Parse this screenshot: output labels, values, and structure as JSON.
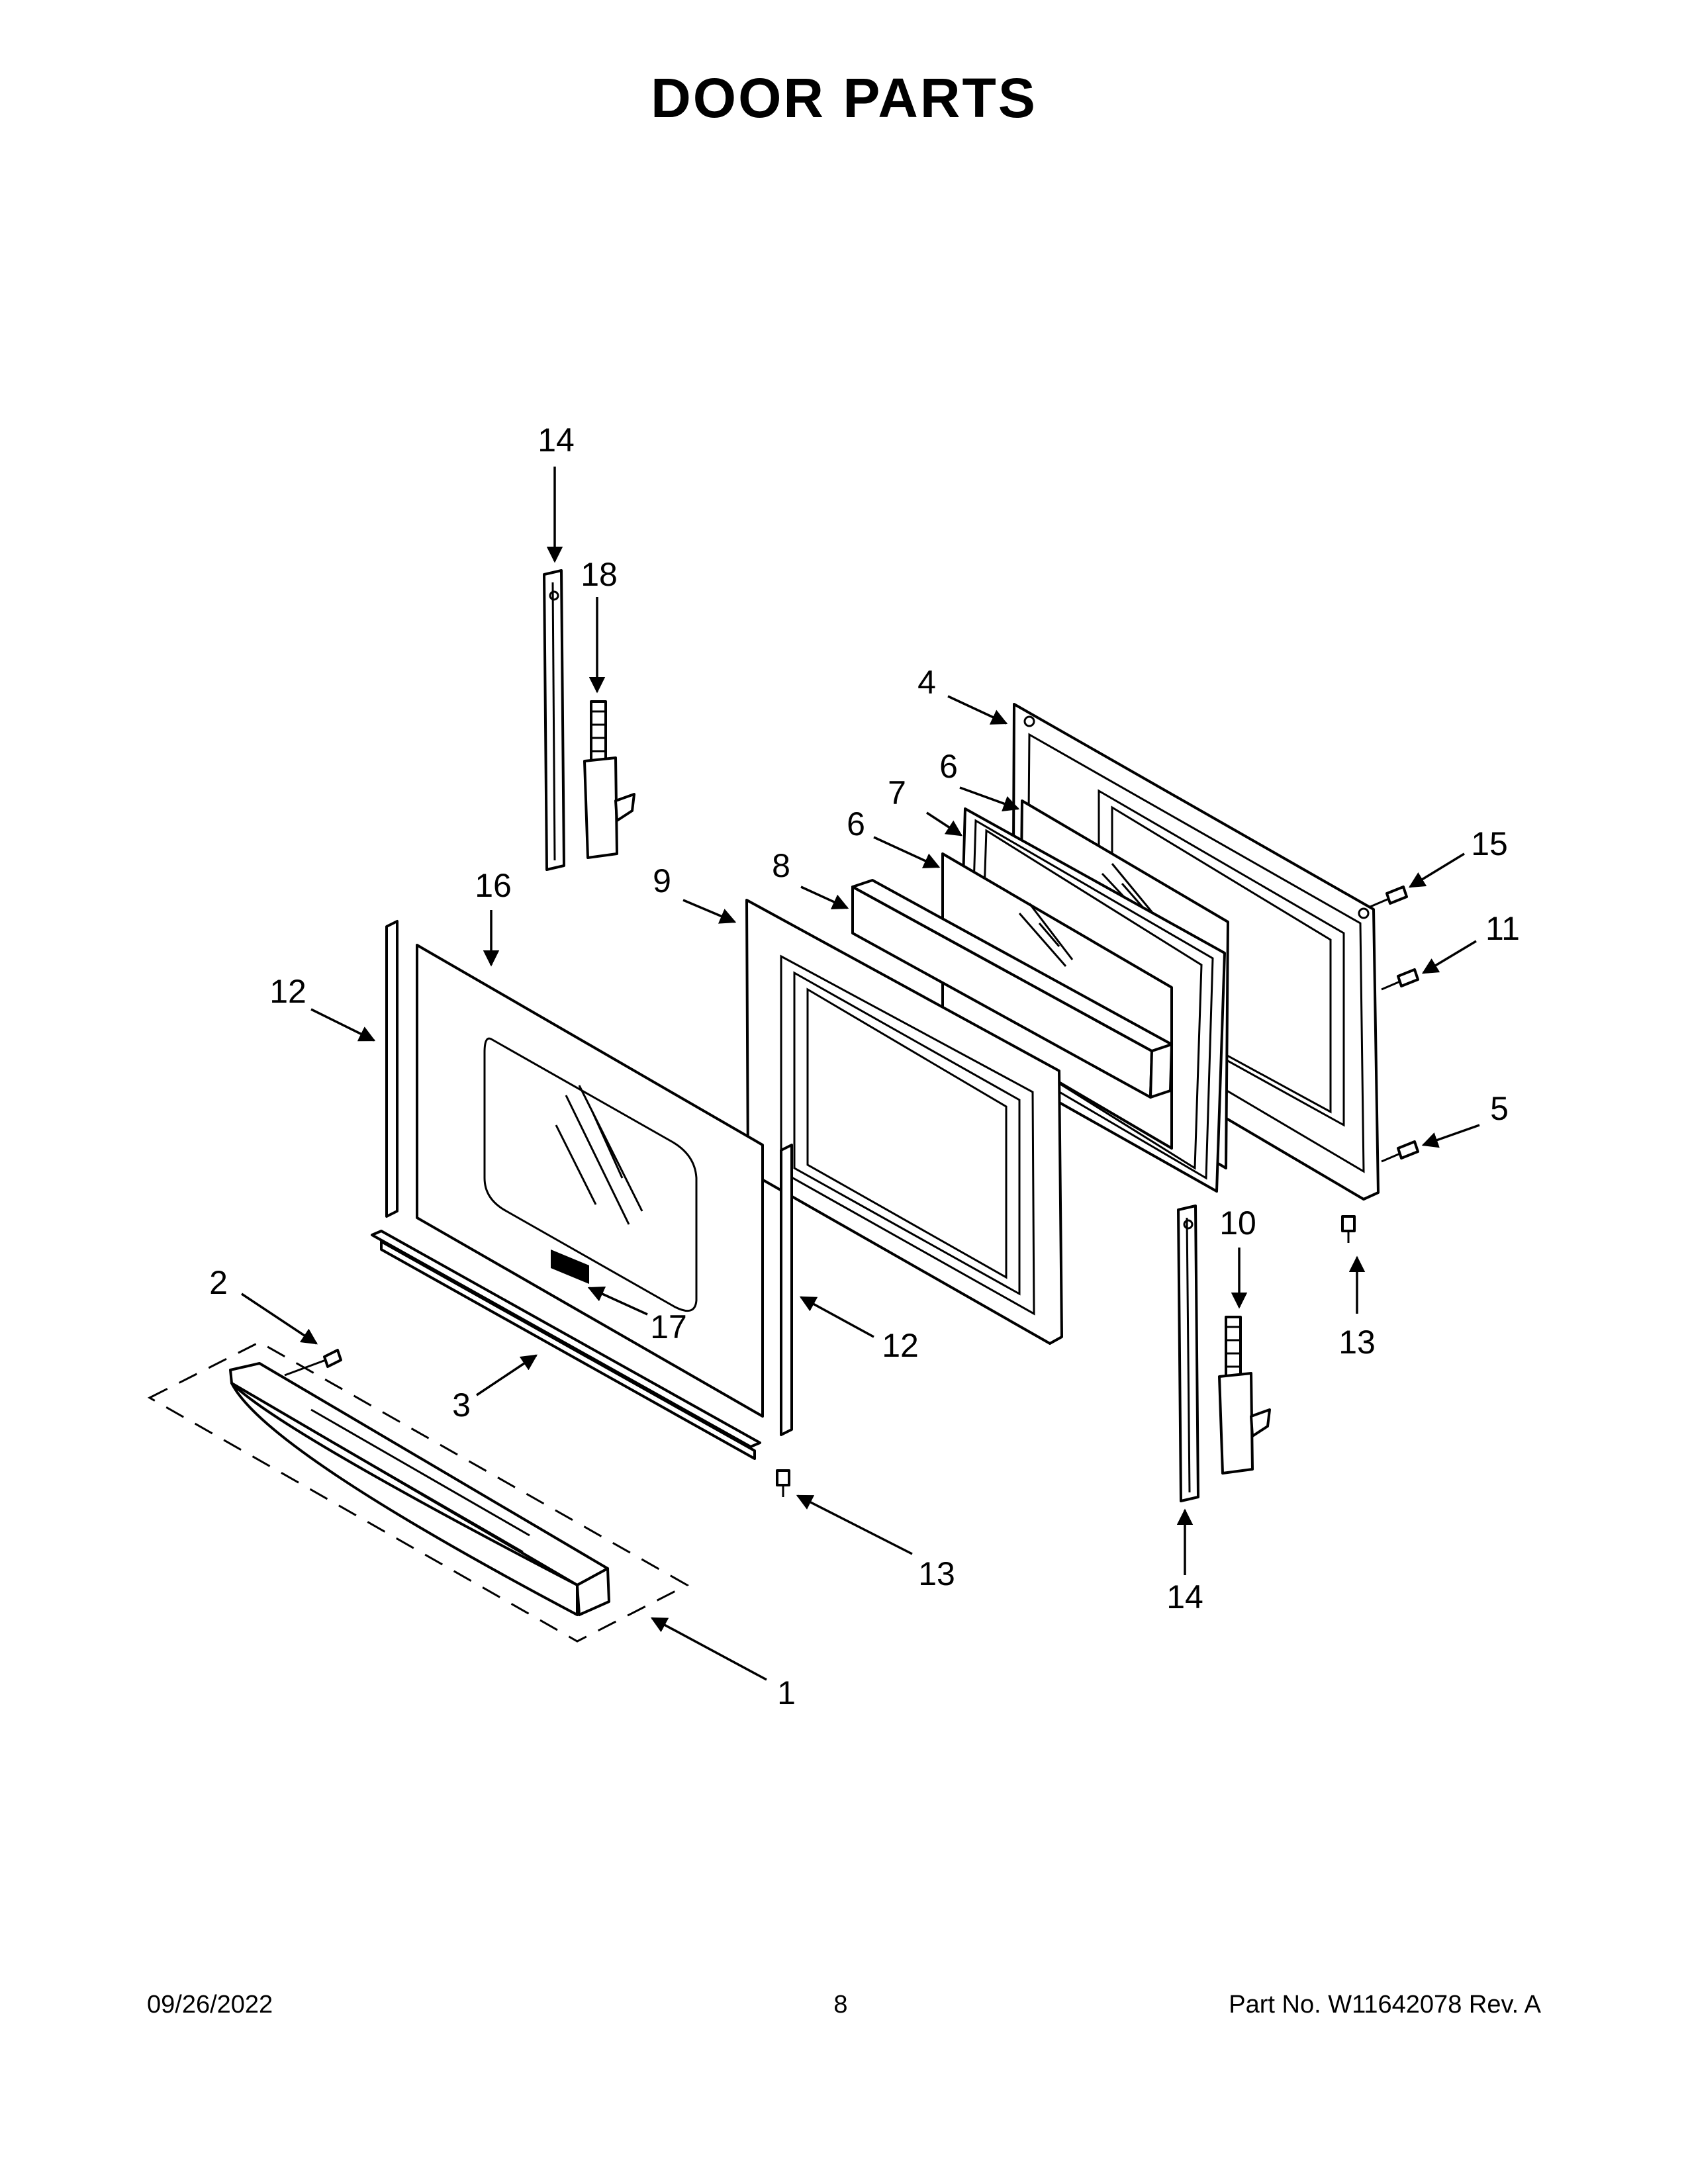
{
  "page": {
    "title": "DOOR PARTS",
    "footer": {
      "date": "09/26/2022",
      "page_number": "8",
      "part_number": "Part No.  W11642078  Rev.  A"
    }
  },
  "callouts": [
    "14",
    "18",
    "4",
    "6",
    "7",
    "6",
    "15",
    "16",
    "9",
    "8",
    "12",
    "11",
    "5",
    "10",
    "2",
    "17",
    "12",
    "13",
    "3",
    "13",
    "14",
    "1"
  ]
}
